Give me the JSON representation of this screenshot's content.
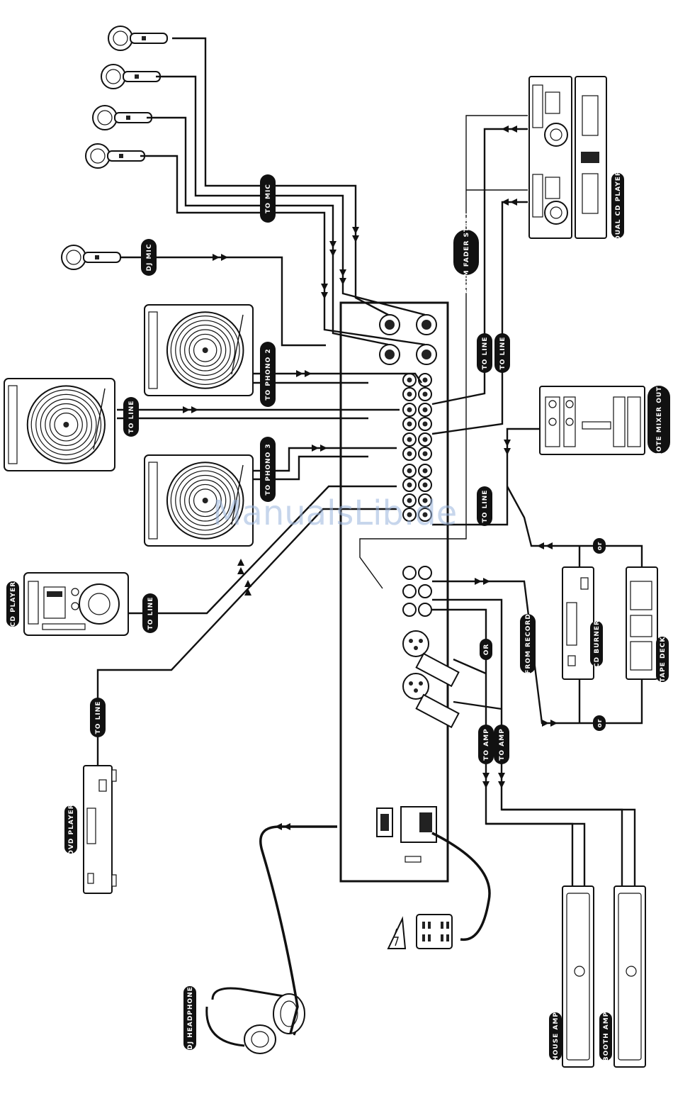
{
  "labels": {
    "to_mic": "TO MIC",
    "dj_mic": "DJ MIC",
    "to_phono_2": "TO PHONO 2",
    "to_line_turntable": "TO LINE",
    "to_phono_3": "TO PHONO 3",
    "cd_player": "CD PLAYER",
    "to_line_cd": "TO LINE",
    "to_line_dvd": "TO LINE",
    "dvd_player": "DVD PLAYER",
    "dj_headphone": "DJ HEADPHONE",
    "dual_cd_player": "DUAL CD PLAYER",
    "from_fader_start": "FROM FADER START",
    "to_line_dual_1": "TO LINE",
    "to_line_dual_2": "TO LINE",
    "remote_mixer_output": "REMOTE MIXER OUTPUT",
    "to_line_remote": "TO LINE",
    "or_top": "or",
    "or_bottom": "or",
    "from_record": "FROM RECORD",
    "cd_burner": "CD BURNER",
    "tape_deck": "TAPE DECK",
    "or_amp": "OR",
    "to_amp_1": "TO AMP",
    "to_amp_2": "TO AMP",
    "house_amp": "HOUSE AMP",
    "booth_amp": "BOOTH AMP"
  },
  "watermark": "ManualsLib.de"
}
